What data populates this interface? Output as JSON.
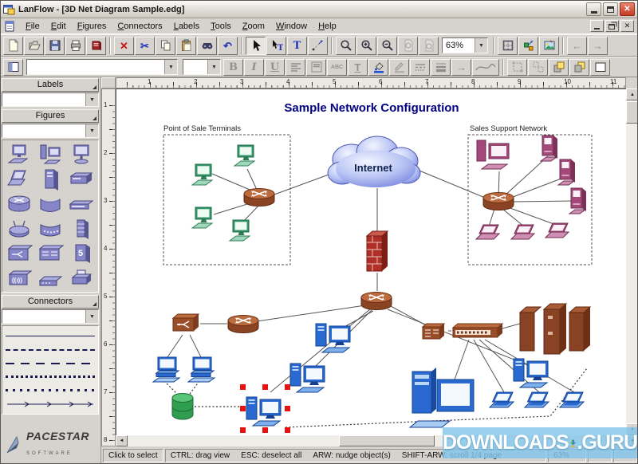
{
  "window": {
    "title": "LanFlow - [3D Net Diagram Sample.edg]"
  },
  "menu": {
    "items": [
      "File",
      "Edit",
      "Figures",
      "Connectors",
      "Labels",
      "Tools",
      "Zoom",
      "Window",
      "Help"
    ]
  },
  "toolbar": {
    "zoom_value": "63%",
    "font_value": "",
    "size_value": ""
  },
  "icons": {
    "dropdown": "▼",
    "delete": "✕",
    "cut": "✂",
    "undo": "↶",
    "bold": "B",
    "italic": "I",
    "underline": "U",
    "abc": "ABC",
    "text_tool": "T",
    "text_color": "T",
    "arrow_style": "→",
    "back_link": "←",
    "fwd_link": "→",
    "left": "◄",
    "right": "►",
    "up": "▲",
    "down": "▼",
    "close": "✕"
  },
  "sidebar": {
    "labels_header": "Labels",
    "figures_header": "Figures",
    "connectors_header": "Connectors",
    "figure_icons": [
      "desktop-computer",
      "tower-computer",
      "monitor",
      "laptop",
      "server-tower",
      "rack-device",
      "router",
      "modem",
      "hub-strip",
      "wireless-access-point",
      "modem-ports",
      "firewall",
      "switch",
      "patch-panel",
      "relay-device",
      "antenna-unit",
      "low-hub",
      "printer"
    ],
    "connector_styles": [
      "solid",
      "dashed-short",
      "dashed-long",
      "dotted-dense",
      "dotted-sparse",
      "dashed-arrows"
    ],
    "brand_name": "PACESTAR",
    "brand_sub": "SOFTWARE"
  },
  "canvas": {
    "h_ruler_numbers": [
      "1",
      "2",
      "3",
      "4",
      "5",
      "6",
      "7",
      "8",
      "9",
      "10",
      "11"
    ],
    "v_ruler_numbers": [
      "1",
      "2",
      "3",
      "4",
      "5",
      "6",
      "7",
      "8"
    ]
  },
  "diagram": {
    "title": "Sample Network Configuration",
    "title_color": "#000080",
    "pos_label": "Point of Sale Terminals",
    "sales_label": "Sales Support Network",
    "cloud_label": "Internet",
    "nodes": [
      {
        "id": "internet-cloud",
        "type": "cloud",
        "label": "Internet",
        "color": "#8c9ae8"
      },
      {
        "id": "firewall",
        "type": "firewall",
        "color": "#b03028"
      },
      {
        "id": "pos-router",
        "type": "router",
        "color": "#9a4e28"
      },
      {
        "id": "pos-terminal-1",
        "type": "terminal",
        "color": "#36966a"
      },
      {
        "id": "pos-terminal-2",
        "type": "terminal",
        "color": "#36966a"
      },
      {
        "id": "pos-terminal-3",
        "type": "terminal",
        "color": "#36966a"
      },
      {
        "id": "pos-terminal-4",
        "type": "terminal",
        "color": "#36966a"
      },
      {
        "id": "sales-router",
        "type": "router",
        "color": "#9a4e28"
      },
      {
        "id": "sales-workstation",
        "type": "tower-and-monitor",
        "color": "#a34878"
      },
      {
        "id": "sales-pc-1",
        "type": "tower-computer",
        "color": "#a34878"
      },
      {
        "id": "sales-pc-2",
        "type": "tower-computer",
        "color": "#a34878"
      },
      {
        "id": "sales-pc-3",
        "type": "tower-computer",
        "color": "#a34878"
      },
      {
        "id": "sales-laptop-1",
        "type": "laptop",
        "color": "#a34878"
      },
      {
        "id": "sales-laptop-2",
        "type": "laptop",
        "color": "#a34878"
      },
      {
        "id": "sales-laptop-3",
        "type": "laptop",
        "color": "#a34878"
      },
      {
        "id": "wan-router",
        "type": "router",
        "color": "#9a4e28"
      },
      {
        "id": "lan-router",
        "type": "router",
        "color": "#9a4e28"
      },
      {
        "id": "lan-switch",
        "type": "switch",
        "color": "#9a4e28"
      },
      {
        "id": "desktop-1",
        "type": "desktop",
        "color": "#2a6ad0"
      },
      {
        "id": "desktop-2",
        "type": "desktop",
        "color": "#2a6ad0"
      },
      {
        "id": "database",
        "type": "database-cylinder",
        "color": "#2f9e4e"
      },
      {
        "id": "workstation-selected",
        "type": "tower-and-monitor",
        "color": "#2a6ad0",
        "selected": true
      },
      {
        "id": "workstation-1",
        "type": "tower-and-monitor",
        "color": "#2a6ad0"
      },
      {
        "id": "workstation-2",
        "type": "tower-and-monitor",
        "color": "#2a6ad0"
      },
      {
        "id": "workstation-3",
        "type": "tower-and-monitor",
        "color": "#2a6ad0"
      },
      {
        "id": "patch-panel",
        "type": "patch-panel",
        "color": "#9a4e28"
      },
      {
        "id": "hub",
        "type": "hub",
        "color": "#9a4e28"
      },
      {
        "id": "mainframe-rack",
        "type": "mainframe",
        "color": "#8a4224"
      },
      {
        "id": "server-tower",
        "type": "server",
        "color": "#2a6ad0"
      },
      {
        "id": "server-monitor",
        "type": "monitor",
        "color": "#2a6ad0"
      },
      {
        "id": "laptop-1",
        "type": "laptop",
        "color": "#2a6ad0"
      },
      {
        "id": "laptop-2",
        "type": "laptop",
        "color": "#2a6ad0"
      },
      {
        "id": "laptop-3",
        "type": "laptop",
        "color": "#2a6ad0"
      }
    ],
    "selection_handle_color": "#e81212"
  },
  "statusbar": {
    "mode": "Click to select",
    "hints": [
      "CTRL: drag view",
      "ESC: deselect all",
      "ARW: nudge object(s)",
      "SHIFT-ARW: scroll 1/4 page"
    ],
    "zoom": "63%"
  },
  "watermark": {
    "left": "DOWNLOADS",
    "right": ".GURU"
  }
}
